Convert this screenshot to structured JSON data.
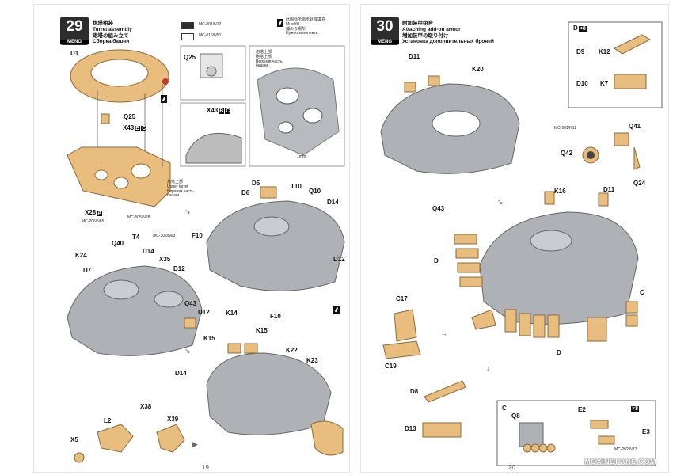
{
  "step29": {
    "number": "29",
    "brand": "MENG",
    "title_zh": "炮塔组装",
    "title_en": "Turret assembly",
    "title_ja": "砲塔の組み立て",
    "title_ru": "Сборка башни",
    "paint1": "MC-001/N12",
    "paint2": "MC-016/N51",
    "fill_note_zh": "此图标所指示处理填充",
    "fill_note_en": "Must fill.",
    "fill_note_ja": "補める場所",
    "fill_note_ru": "Нужно заполнить.",
    "upper_zh": "炮塔上部",
    "upper_ja": "砲塔上部",
    "upper_ru1": "Верхняя часть",
    "upper_ru2": "башни",
    "upper2_zh": "炮塔上部",
    "upper2_en": "Upper turret",
    "upper2_ru1": "Верхняя часть",
    "upper2_ru2": "башни",
    "dim": "1mm",
    "paint_mc206": "MC-206/N85",
    "paint_mc505": "MC-505/N28",
    "paint_mc102": "MC-102/N93",
    "parts": {
      "D1": "D1",
      "Q25a": "Q25",
      "Q25b": "Q25",
      "X43a": "X43",
      "X43b": "X43",
      "B": "B",
      "C": "C",
      "A": "A",
      "X28": "X28",
      "D5": "D5",
      "D6": "D6",
      "T10": "T10",
      "Q10": "Q10",
      "D14a": "D14",
      "F10a": "F10",
      "D12a": "D12",
      "F10b": "F10",
      "T4": "T4",
      "Q40": "Q40",
      "D14b": "D14",
      "K24": "K24",
      "X35": "X35",
      "D7": "D7",
      "D12b": "D12",
      "Q43": "Q43",
      "D12c": "D12",
      "K14": "K14",
      "K15a": "K15",
      "K15b": "K15",
      "K22": "K22",
      "K23": "K23",
      "D14c": "D14",
      "X38": "X38",
      "L2": "L2",
      "X39": "X39",
      "X5": "X5"
    },
    "page_number": "19"
  },
  "step30": {
    "number": "30",
    "brand": "MENG",
    "title_zh": "附加装甲组合",
    "title_en": "Attaching add-on armor",
    "title_ja": "増加装甲の取り付け",
    "title_ru": "Установка дополнительных броней",
    "inset_d_label": "D",
    "inset_d_count": "×8",
    "paint_mc001": "MC-001/N12",
    "paint_mc202": "MC-202/N77",
    "inset_c_label": "C",
    "inset_c_count": "×8",
    "parts": {
      "D11a": "D11",
      "K20": "K20",
      "D9": "D9",
      "K12": "K12",
      "D10": "D10",
      "K7": "K7",
      "Q41": "Q41",
      "Q42": "Q42",
      "Q24": "Q24",
      "Q43": "Q43",
      "K16": "K16",
      "D11b": "D11",
      "Da": "D",
      "Db": "D",
      "C": "C",
      "C17": "C17",
      "C19": "C19",
      "D8": "D8",
      "D13": "D13",
      "Q8": "Q8",
      "E2": "E2",
      "E3": "E3"
    },
    "page_number": "20"
  },
  "watermark": "MOXINGFANS.COM",
  "colors": {
    "grey": "#aeb2b6",
    "tan": "#e8bd7e",
    "dark": "#2d2d2d"
  }
}
